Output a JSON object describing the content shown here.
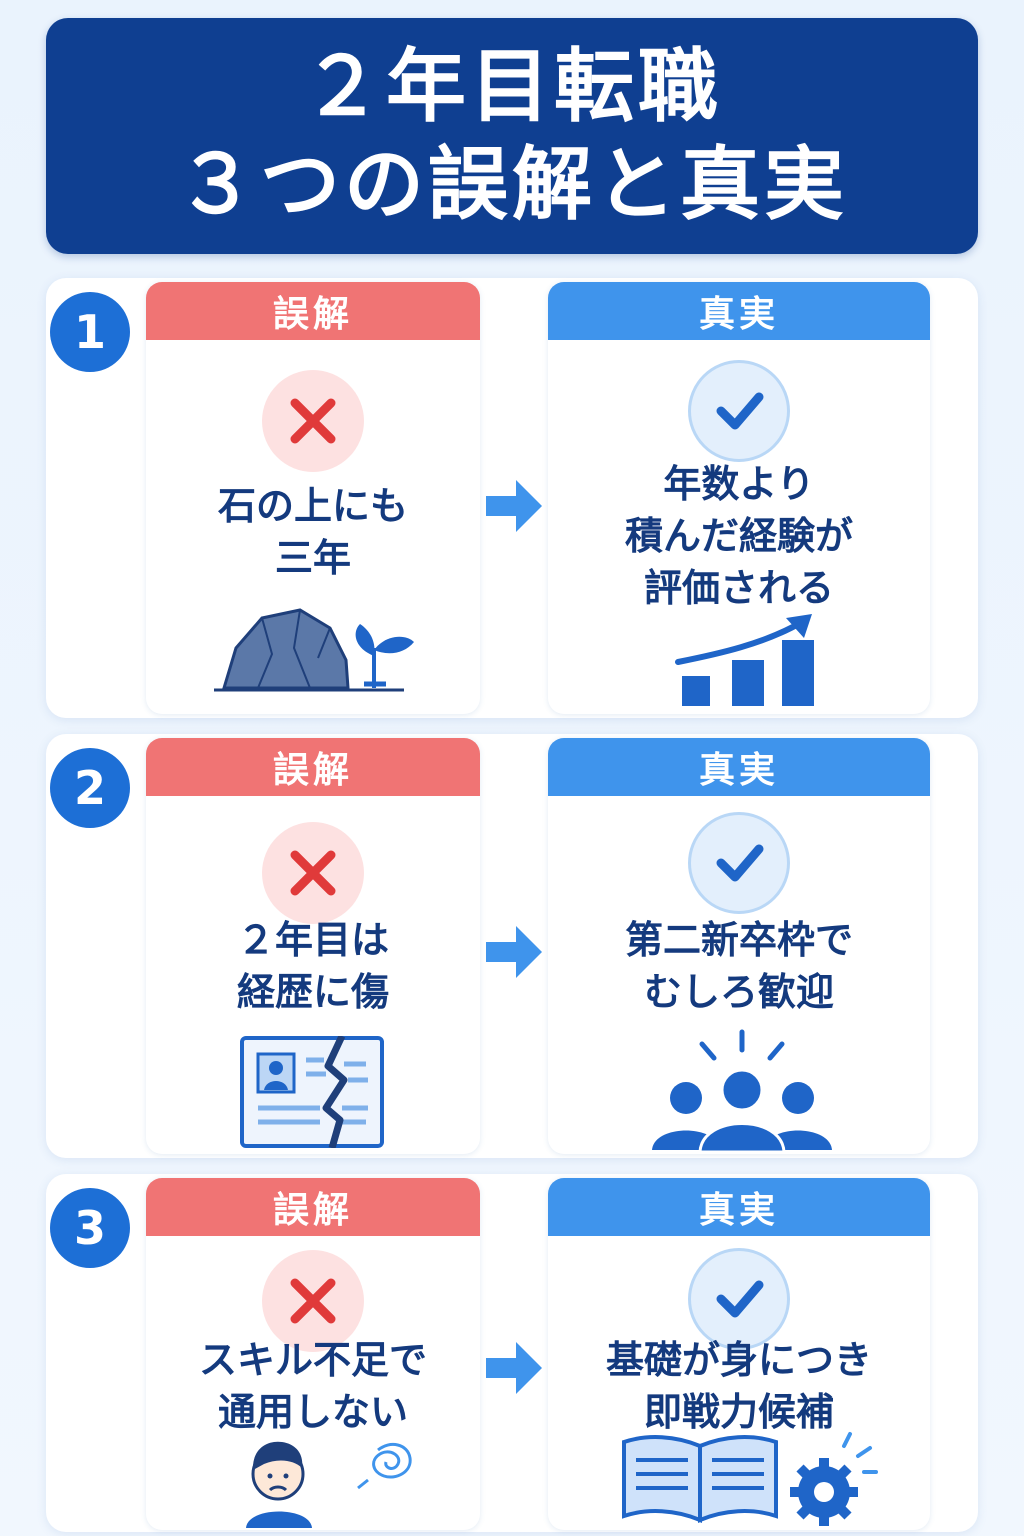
{
  "title": {
    "line1": "２年目転職",
    "line2": "３つの誤解と真実"
  },
  "labels": {
    "myth": "誤解",
    "truth": "真実"
  },
  "colors": {
    "navy": "#0f3f91",
    "myth": "#f07474",
    "truth": "#3f94ec",
    "text": "#143a7e",
    "badge": "#1d6fd6"
  },
  "items": [
    {
      "number": "1",
      "myth_lines": [
        "石の上にも",
        "三年"
      ],
      "truth_lines": [
        "年数より",
        "積んだ経験が",
        "評価される"
      ],
      "myth_icon": "rock-sprout-icon",
      "truth_icon": "growth-chart-icon"
    },
    {
      "number": "2",
      "myth_lines": [
        "２年目は",
        "経歴に傷"
      ],
      "truth_lines": [
        "第二新卒枠で",
        "むしろ歓迎"
      ],
      "myth_icon": "cracked-resume-icon",
      "truth_icon": "welcoming-people-icon"
    },
    {
      "number": "3",
      "myth_lines": [
        "スキル不足で",
        "通用しない"
      ],
      "truth_lines": [
        "基礎が身につき",
        "即戦力候補"
      ],
      "myth_icon": "worried-person-icon",
      "truth_icon": "book-gear-icon"
    }
  ]
}
